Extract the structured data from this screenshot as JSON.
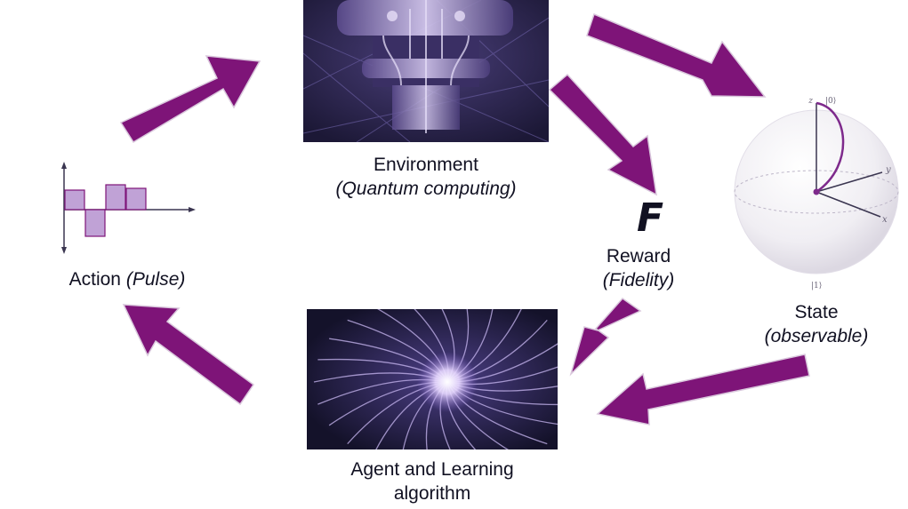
{
  "colors": {
    "arrow": "#7e1478",
    "arrow_stroke": "#d9c7dc",
    "pulse_fill": "#c0a2d6",
    "pulse_stroke": "#7e1478",
    "axis": "#3a3550",
    "sphere_curve": "#7e2a8c"
  },
  "environment": {
    "title": "Environment",
    "subtitle": "(Quantum computing)",
    "image_icon": "quantum-computer-chandelier-image"
  },
  "state": {
    "title": "State",
    "subtitle": "(observable)",
    "image_icon": "bloch-sphere-image",
    "axis_labels": {
      "z": "z",
      "ket0": "|0⟩",
      "ket1": "|1⟩",
      "x": "x",
      "y": "y"
    }
  },
  "reward": {
    "symbol": "F",
    "title": "Reward",
    "subtitle": "(Fidelity)"
  },
  "agent": {
    "title_line1": "Agent and Learning",
    "title_line2": "algorithm",
    "image_icon": "light-fiber-burst-image"
  },
  "action": {
    "title": "Action",
    "subtitle": "(Pulse)",
    "image_icon": "pulse-sequence-plot",
    "pulse_values": [
      0.55,
      -0.75,
      0.7,
      0.6
    ]
  }
}
